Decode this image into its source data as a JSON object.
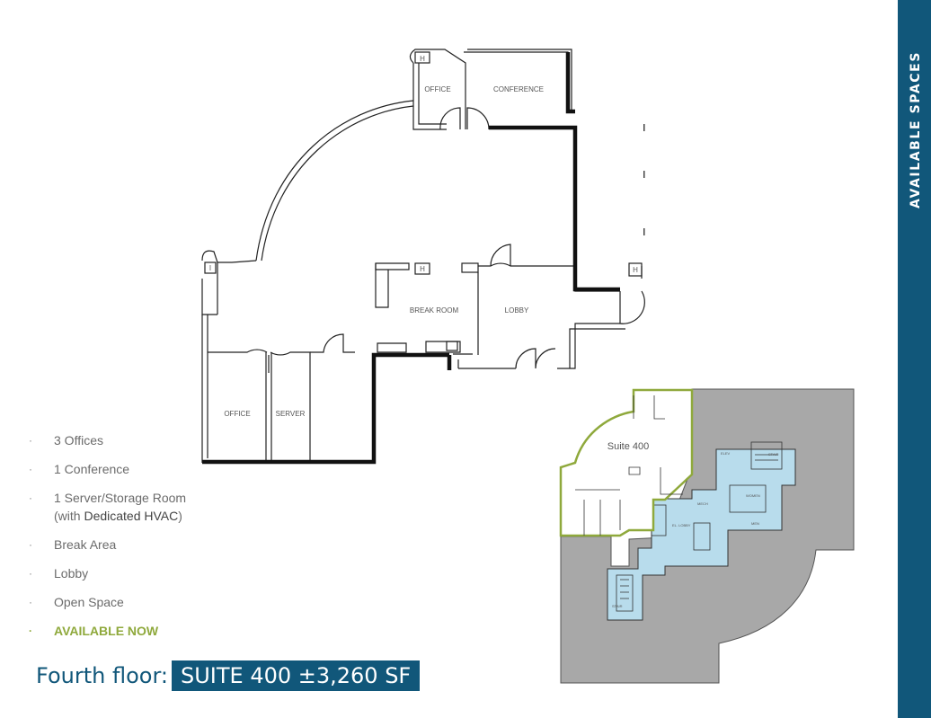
{
  "sidebar": {
    "label": "AVAILABLE SPACES"
  },
  "floorplan": {
    "rooms": {
      "office_top": "OFFICE",
      "conference": "CONFERENCE",
      "break_room": "BREAK ROOM",
      "lobby": "LOBBY",
      "office_bottom": "OFFICE",
      "server": "SERVER"
    },
    "keyplan": {
      "suite_label": "Suite 400",
      "labels": [
        "ELEV",
        "STAIR",
        "WOMEN",
        "MEN",
        "MECH",
        "EL. LOBBY",
        "STAIR"
      ]
    }
  },
  "features": {
    "items": [
      {
        "text": "3 Offices"
      },
      {
        "text": "1 Conference"
      },
      {
        "text": "1 Server/Storage Room"
      },
      {
        "text": "Break Area"
      },
      {
        "text": "Lobby"
      },
      {
        "text": "Open Space"
      }
    ],
    "server_note_prefix": "(with ",
    "server_note_emphasis": "Dedicated HVAC",
    "server_note_suffix": ")",
    "availability": "AVAILABLE NOW"
  },
  "floor": {
    "label": "Fourth floor:",
    "suite": "SUITE 400 ±3,260 SF"
  },
  "colors": {
    "brand": "#11577a",
    "accent_green": "#8fa93c",
    "core_blue": "#b8dcec",
    "building_gray": "#a8a8a8"
  }
}
